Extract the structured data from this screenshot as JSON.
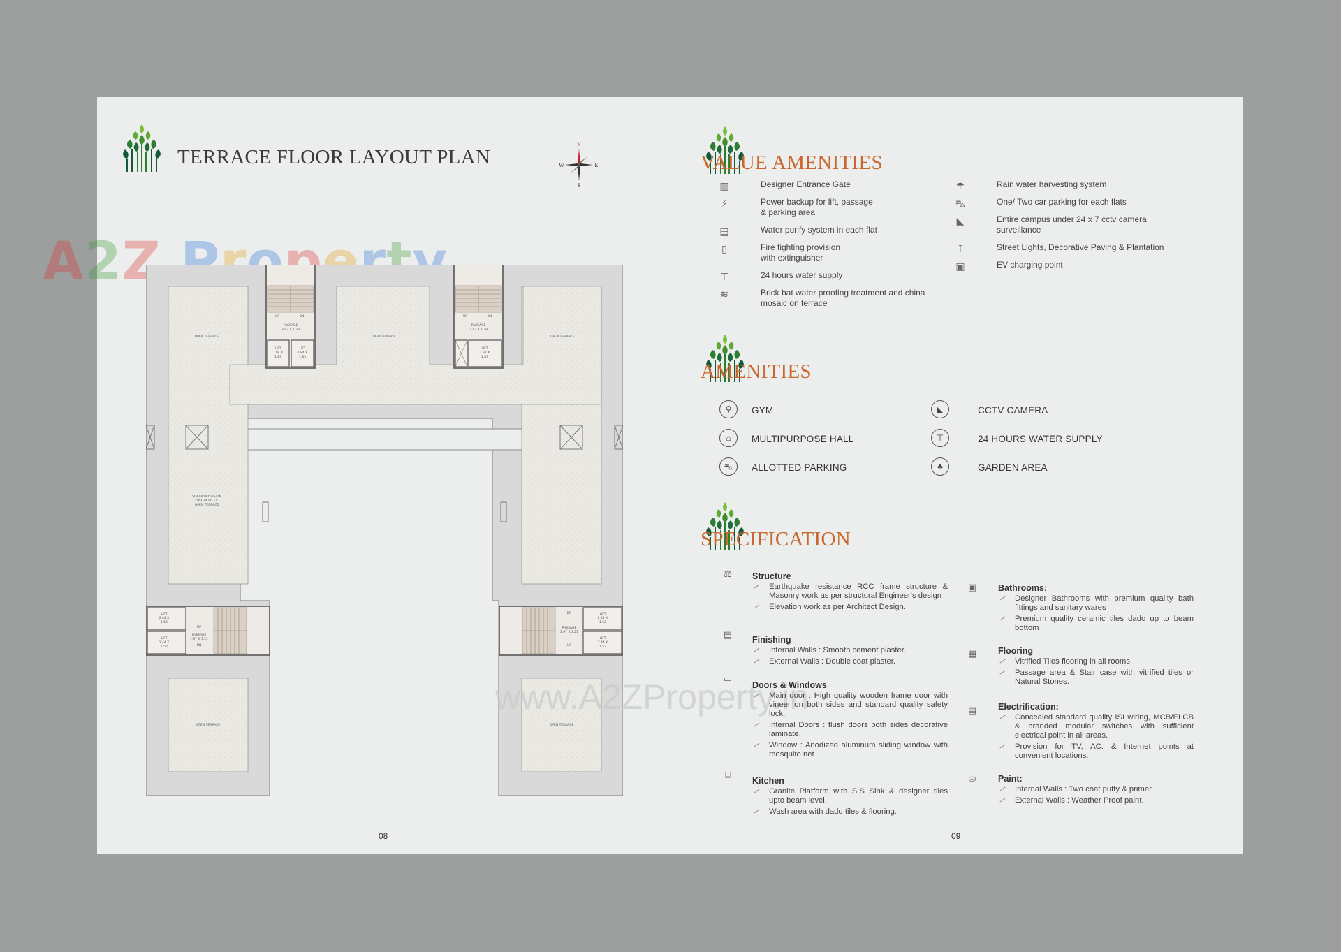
{
  "watermark": {
    "brand": "A2Z Property",
    "url": "www.A2ZProperty.in"
  },
  "left_page": {
    "title": "TERRACE FLOOR LAYOUT PLAN",
    "page_number": "08",
    "compass": {
      "n": "N",
      "s": "S",
      "e": "E",
      "w": "W"
    },
    "plan_labels": {
      "open_terrace": "OPEN TERRACE",
      "solar_provision": [
        "SOLAR PROVISION",
        "563.34 SQ.FT",
        "OPEN TERRACE"
      ],
      "up": "UP",
      "dn": "DN",
      "passage_top_left": [
        "PASSAGE",
        "3.43 X 1.79"
      ],
      "passage_top_right": [
        "PASSAGE",
        "3.43 X 1.79"
      ],
      "lift_top_left_a": [
        "LIFT",
        "1.94 X",
        "1.83"
      ],
      "lift_top_left_b": [
        "LIFT",
        "1.94 X",
        "1.83"
      ],
      "lift_top_right": [
        "LIFT",
        "2.32 X",
        "1.83"
      ],
      "lift_mid_left_a": [
        "LIFT",
        "2.44 X",
        "1.52"
      ],
      "lift_mid_left_b": [
        "LIFT",
        "2.44 X",
        "1.52"
      ],
      "lift_mid_right_a": [
        "LIFT",
        "2.44 X",
        "1.52"
      ],
      "lift_mid_right_b": [
        "LIFT",
        "2.44 X",
        "1.52"
      ],
      "passage_mid_left": [
        "PASSAGE",
        "1.97 X 3.21"
      ],
      "passage_mid_right": [
        "PASSAGE",
        "1.97 X 3.21"
      ]
    }
  },
  "right_page": {
    "page_number": "09",
    "value_amenities": {
      "title": "VALUE AMENITIES",
      "left": [
        {
          "icon": "gate-icon",
          "glyph": "▥",
          "text": "Designer Entrance Gate"
        },
        {
          "icon": "power-icon",
          "glyph": "⚡",
          "text": "Power backup for lift, passage\n& parking area"
        },
        {
          "icon": "water-purifier-icon",
          "glyph": "▤",
          "text": "Water purify system in each flat"
        },
        {
          "icon": "fire-extinguisher-icon",
          "glyph": "▯",
          "text": "Fire fighting provision\nwith extinguisher"
        },
        {
          "icon": "tap-icon",
          "glyph": "⊤",
          "text": "24 hours water supply"
        },
        {
          "icon": "waterproofing-icon",
          "glyph": "≋",
          "text": "Brick bat water proofing treatment and china\nmosaic on terrace"
        }
      ],
      "right": [
        {
          "icon": "rainwater-icon",
          "glyph": "☂",
          "text": "Rain water harvesting system"
        },
        {
          "icon": "car-icon",
          "glyph": "⛍",
          "text": "One/ Two car parking for each flats"
        },
        {
          "icon": "cctv-icon",
          "glyph": "◣",
          "text": "Entire campus under 24 x 7 cctv camera\nsurveillance"
        },
        {
          "icon": "street-light-icon",
          "glyph": "⊺",
          "text": "Street Lights, Decorative Paving & Plantation"
        },
        {
          "icon": "ev-charging-icon",
          "glyph": "▣",
          "text": "EV charging point"
        }
      ]
    },
    "amenities": {
      "title": "AMENITIES",
      "items": [
        {
          "icon": "gym-icon",
          "glyph": "⚲",
          "label": "GYM"
        },
        {
          "icon": "hall-icon",
          "glyph": "⌂",
          "label": "MULTIPURPOSE HALL"
        },
        {
          "icon": "parking-icon",
          "glyph": "⛍",
          "label": "ALLOTTED PARKING"
        },
        {
          "icon": "cctv-icon",
          "glyph": "◣",
          "label": "CCTV CAMERA"
        },
        {
          "icon": "water-supply-icon",
          "glyph": "⊤",
          "label": "24 HOURS WATER SUPPLY"
        },
        {
          "icon": "garden-icon",
          "glyph": "♣",
          "label": "GARDEN AREA"
        }
      ]
    },
    "specification": {
      "title": "SPECIFICATION",
      "structure": {
        "head": "Structure",
        "bullets": [
          "Earthquake resistance RCC frame structure & Masonry work as per structural Engineer's design",
          "Elevation work as per Architect Design."
        ]
      },
      "finishing": {
        "head": "Finishing",
        "bullets": [
          "Internal Walls : Smooth cement plaster.",
          "External Walls : Double coat plaster."
        ]
      },
      "doors_windows": {
        "head": "Doors & Windows",
        "bullets": [
          "Main door : High quality wooden frame door with vineer on both sides and standard quality safety lock.",
          "Internal Doors : flush doors both sides decorative laminate.",
          "Window : Anodized aluminum sliding window with mosquito net"
        ]
      },
      "kitchen": {
        "head": "Kitchen",
        "bullets": [
          "Granite Platform with S.S Sink & designer tiles upto beam level.",
          "Wash area with dado tiles & flooring."
        ]
      },
      "bathrooms": {
        "head": "Bathrooms:",
        "bullets": [
          "Designer Bathrooms with premium quality bath fittings and sanitary wares",
          "Premium quality ceramic tiles dado up to beam bottom"
        ]
      },
      "flooring": {
        "head": "Flooring",
        "bullets": [
          "Vitrified Tiles flooring in all rooms.",
          "Passage area & Stair case with vitrified tiles or Natural Stones."
        ]
      },
      "electrification": {
        "head": "Electrification:",
        "bullets": [
          "Concealed standard quality ISI wiring, MCB/ELCB & branded modular switches with sufficient electrical point in all areas.",
          "Provision for TV, AC. & Internet points at convenient locations."
        ]
      },
      "paint": {
        "head": "Paint:",
        "bullets": [
          "Internal Walls : Two coat putty & primer.",
          "External Walls : Weather Proof paint."
        ]
      }
    }
  }
}
